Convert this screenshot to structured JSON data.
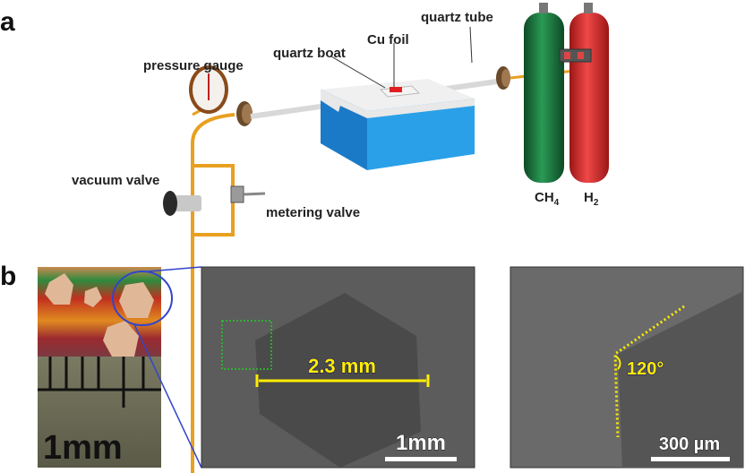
{
  "panel_a": {
    "label": "a",
    "labels": {
      "pressure_gauge": "pressure gauge",
      "quartz_boat": "quartz boat",
      "cu_foil": "Cu foil",
      "quartz_tube": "quartz tube",
      "vacuum_valve": "vacuum valve",
      "metering_valve": "metering valve",
      "ch4_main": "CH",
      "ch4_sub": "4",
      "h2_main": "H",
      "h2_sub": "2"
    }
  },
  "panel_b": {
    "label": "b",
    "optical_scale": "1mm",
    "measurement": "2.3 mm",
    "middle_scale": "1mm",
    "angle": "120°",
    "right_scale": "300 µm"
  },
  "colors": {
    "pipe": "#e8a020",
    "furnace": "#1e90d8",
    "ch4_cylinder": "#1a6e3a",
    "h2_cylinder": "#d42a2a",
    "annotation": "#ffee00",
    "zoom_line": "#3344cc"
  }
}
